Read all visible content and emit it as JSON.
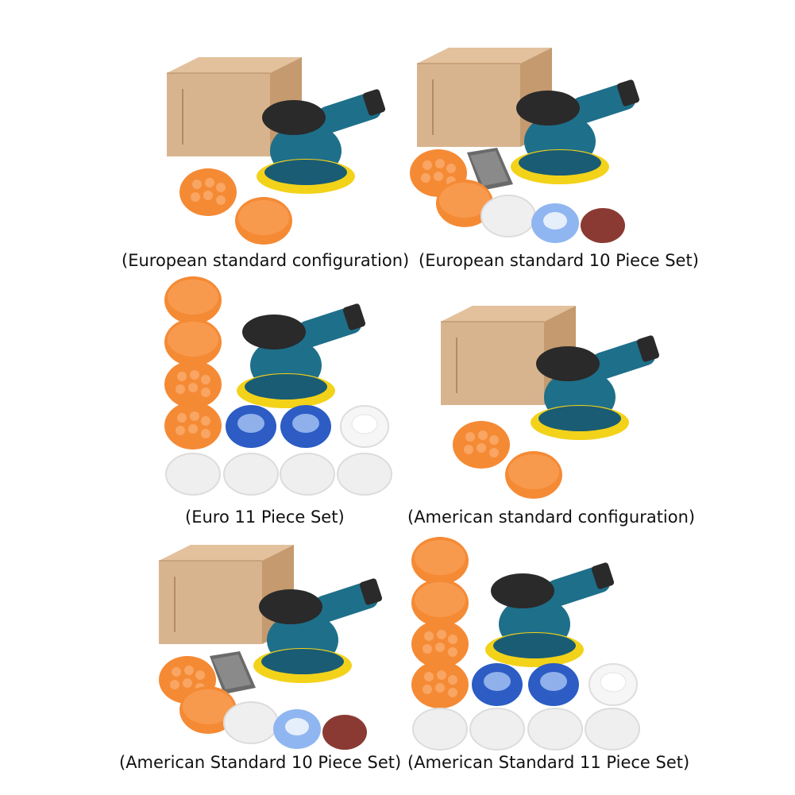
{
  "captions": {
    "c1": "(European standard configuration)",
    "c2": "(European standard 10 Piece Set)",
    "c3": "(Euro 11 Piece Set)",
    "c4": "(American standard configuration)",
    "c5": "(American Standard 10 Piece Set)",
    "c6": "(American Standard 11 Piece Set)"
  },
  "colors": {
    "box": "#d8b48e",
    "box_dark": "#c49a6e",
    "tool_teal": "#1e6f8a",
    "tool_black": "#2a2a2a",
    "pad_yellow": "#f3d21a",
    "sponge_orange": "#f58a35",
    "bonnet_blue": "#2c5cc4",
    "wool_white": "#f2f2f2",
    "sandpaper": "#8a3a32"
  }
}
